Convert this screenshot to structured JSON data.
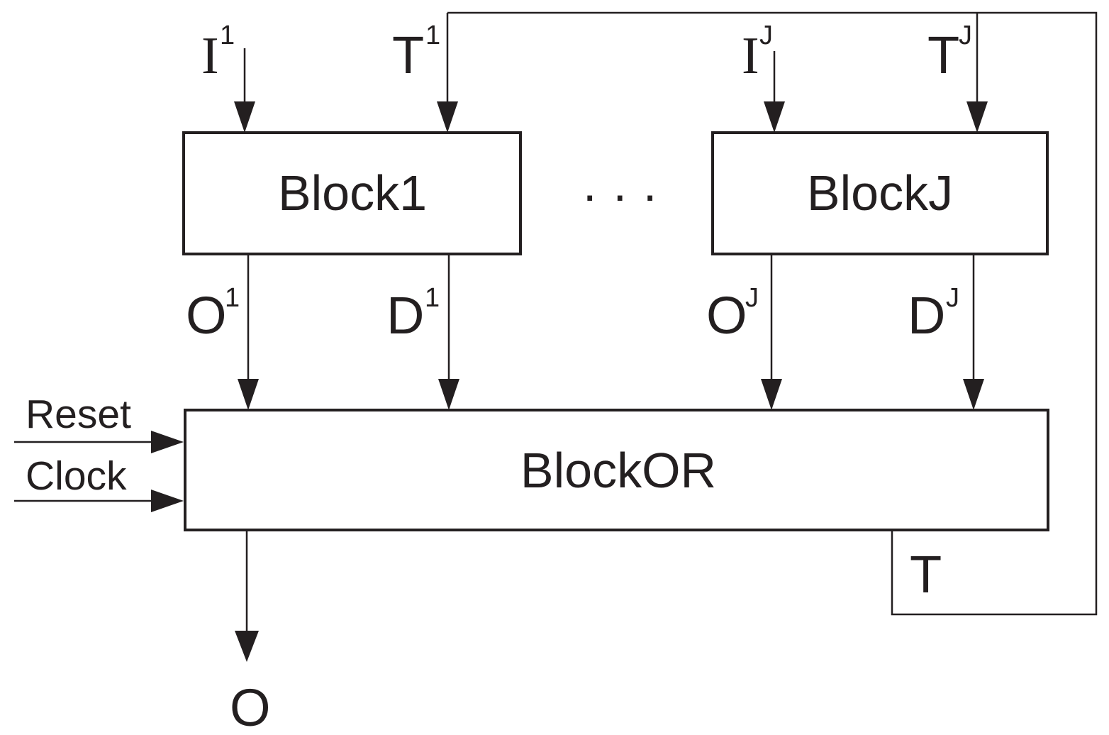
{
  "diagram": {
    "colors": {
      "ink": "#231f20",
      "background": "#ffffff"
    },
    "blocks": {
      "first": "Block1",
      "last": "BlockJ",
      "or": "BlockOR"
    },
    "ellipsis": "...",
    "top_inputs": {
      "i1": {
        "base": "I",
        "sup": "1"
      },
      "t1": {
        "base": "T",
        "sup": "1"
      },
      "ij": {
        "base": "I",
        "sup": "J"
      },
      "tj": {
        "base": "T",
        "sup": "J"
      }
    },
    "block_outputs": {
      "o1": {
        "base": "O",
        "sup": "1"
      },
      "d1": {
        "base": "D",
        "sup": "1"
      },
      "oj": {
        "base": "O",
        "sup": "J"
      },
      "dj": {
        "base": "D",
        "sup": "J"
      }
    },
    "left_inputs": {
      "reset": "Reset",
      "clock": "Clock"
    },
    "feedback": {
      "label": "T"
    },
    "output": {
      "label": "O"
    }
  }
}
